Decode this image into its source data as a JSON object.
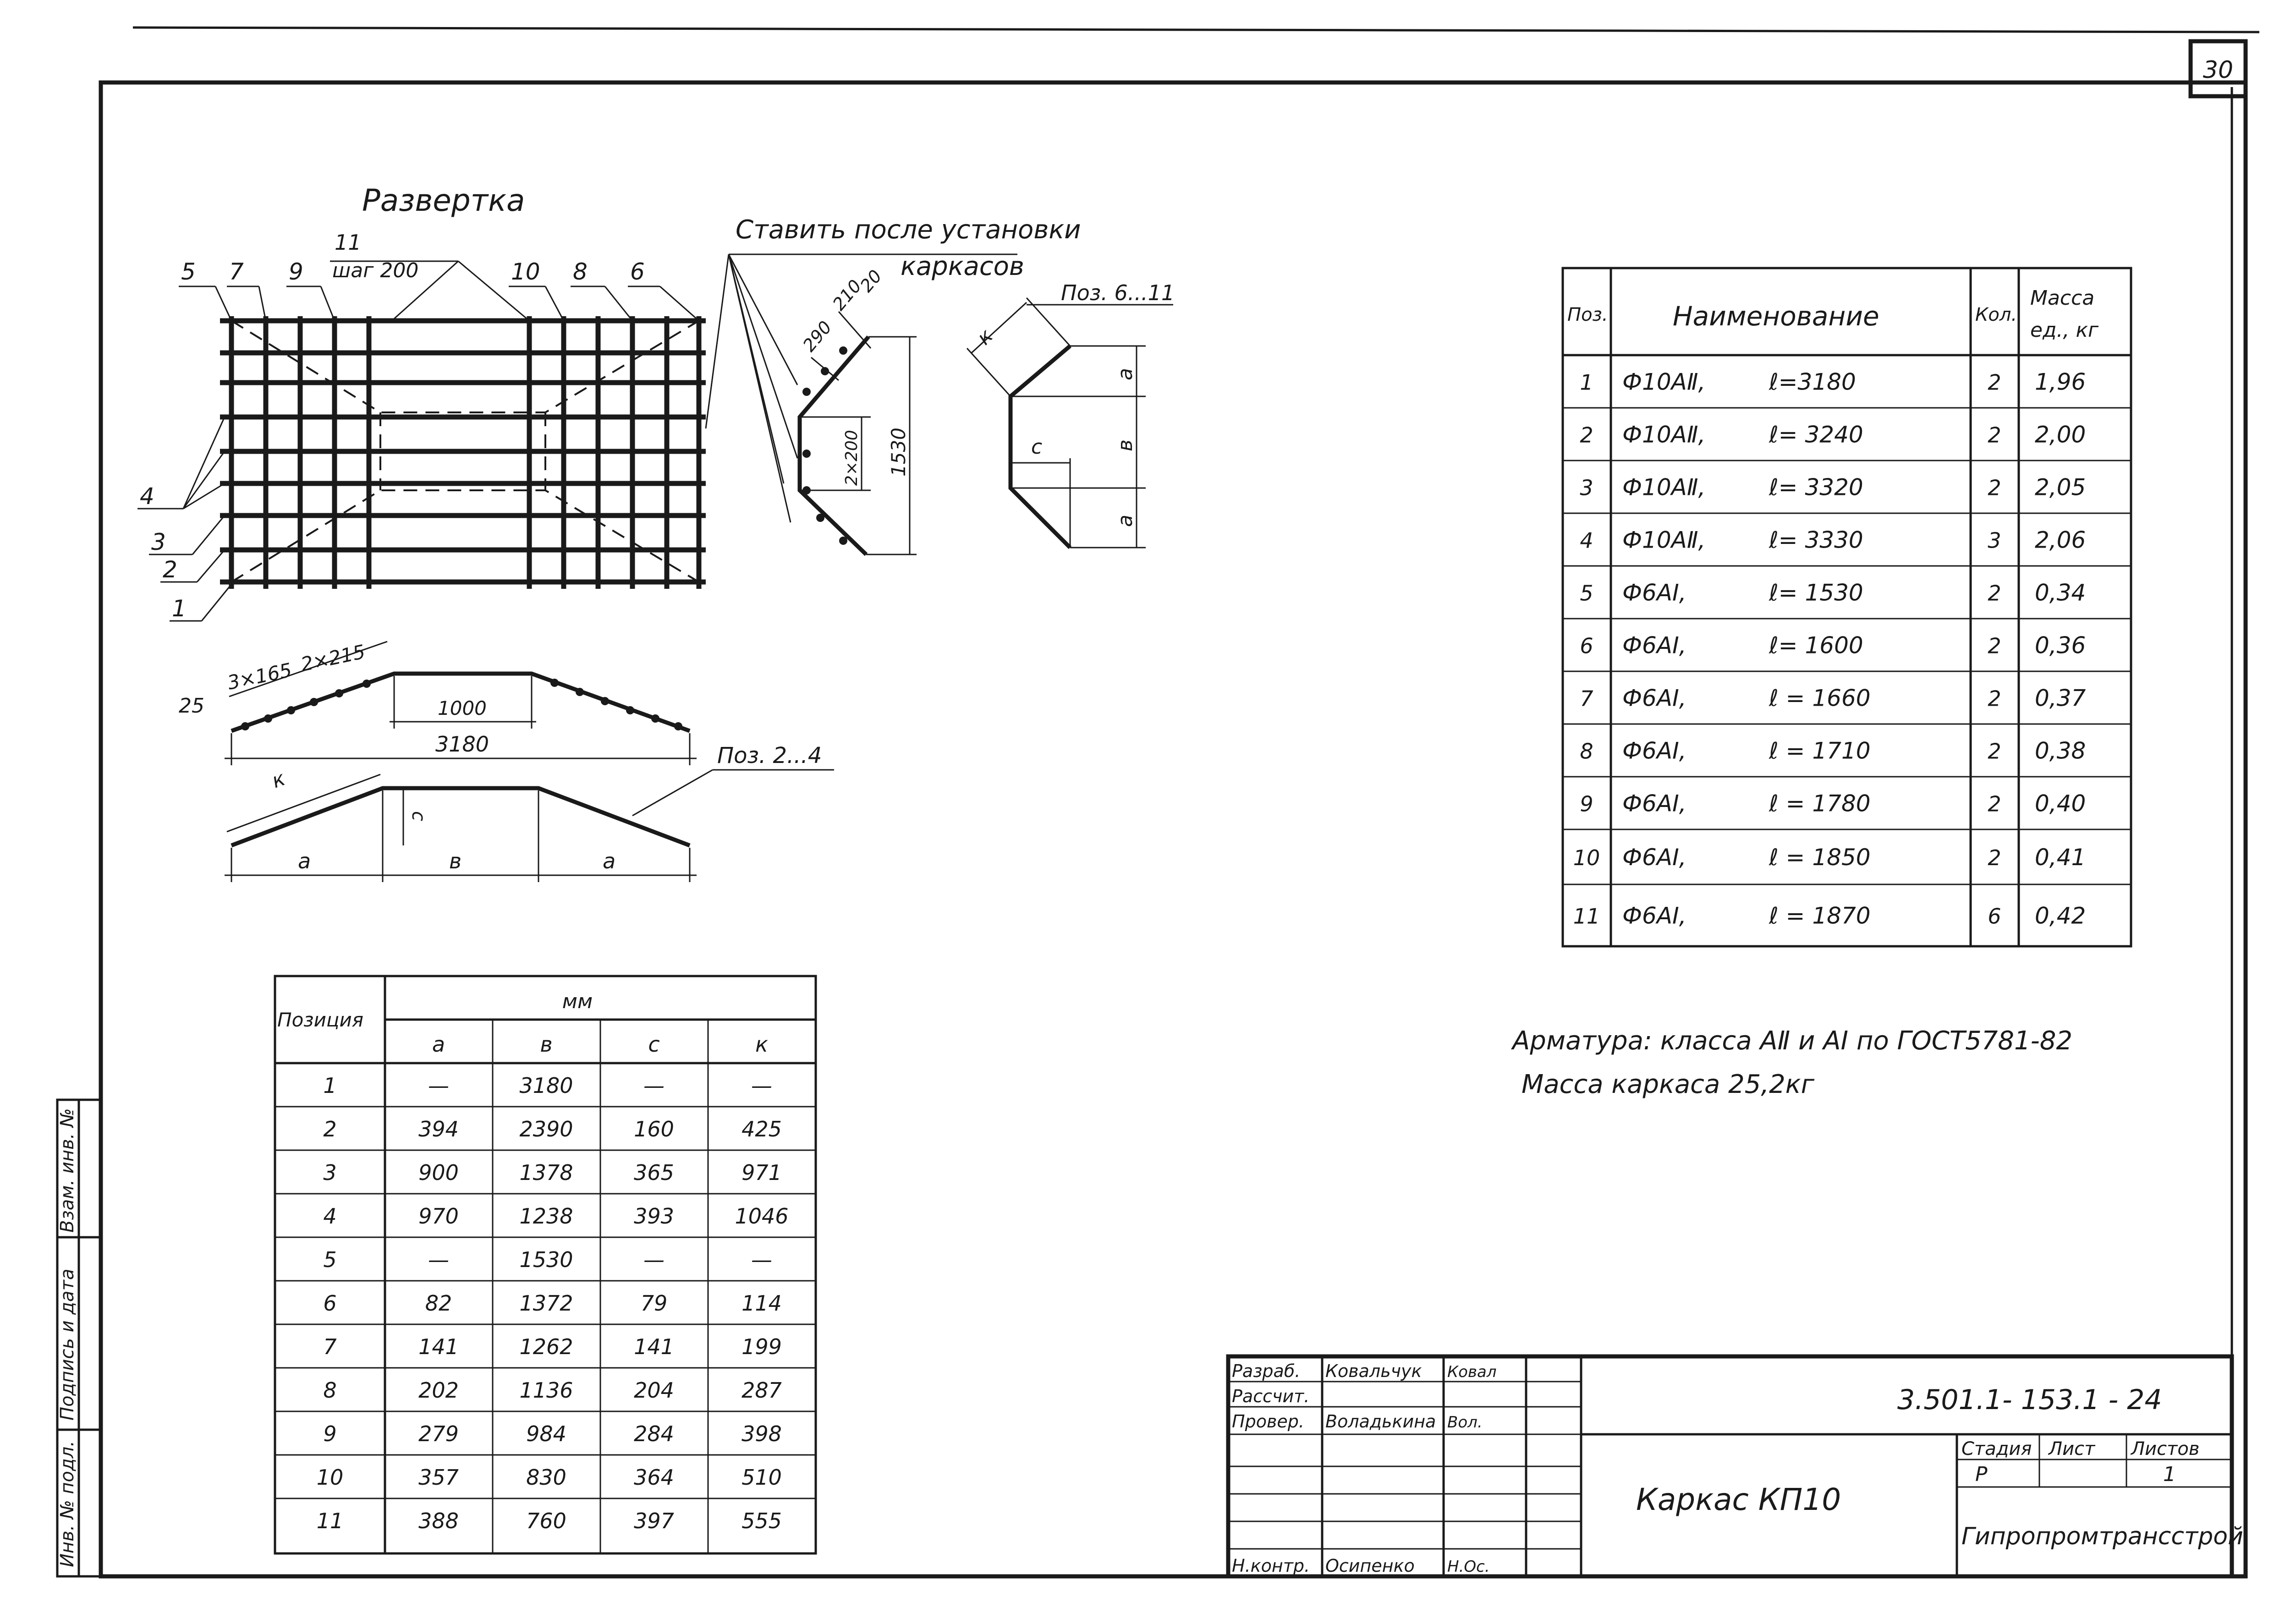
{
  "sheet_number": "30",
  "unfold_title": "Развертка",
  "callout_11": "11",
  "callout_step": "шаг 200",
  "top_callouts": [
    "5",
    "7",
    "9",
    "10",
    "8",
    "6"
  ],
  "left_callouts": [
    "4",
    "3",
    "2",
    "1"
  ],
  "install_note_line1": "Ставить после установки",
  "install_note_line2": "каркасов",
  "side_dims": {
    "d1": "290",
    "d2": "210",
    "d3": "20",
    "d4": "2×200",
    "d5": "1530"
  },
  "pos_6_11": "Поз. 6...11",
  "pos_6_11_dims": {
    "k": "к",
    "a1": "a",
    "c": "с",
    "b": "в",
    "a2": "a"
  },
  "bottom_dims": {
    "d25": "25",
    "d3x165": "3×165",
    "d2x215": "2×215",
    "d1000": "1000",
    "d3180": "3180"
  },
  "pos_2_4": "Поз. 2...4",
  "pos_2_4_dims": {
    "k": "к",
    "c": "с",
    "a1": "a",
    "b": "в",
    "a2": "a"
  },
  "spec_table": {
    "headers": [
      "Поз.",
      "Наименование",
      "Кол.",
      "Масса ед., кг"
    ],
    "rows": [
      [
        "1",
        "Ф10АⅡ,",
        "ℓ=3180",
        "2",
        "1,96"
      ],
      [
        "2",
        "Ф10АⅡ,",
        "ℓ= 3240",
        "2",
        "2,00"
      ],
      [
        "3",
        "Ф10АⅡ,",
        "ℓ= 3320",
        "2",
        "2,05"
      ],
      [
        "4",
        "Ф10АⅡ,",
        "ℓ= 3330",
        "3",
        "2,06"
      ],
      [
        "5",
        "Ф6АI,",
        "ℓ= 1530",
        "2",
        "0,34"
      ],
      [
        "6",
        "Ф6АI,",
        "ℓ= 1600",
        "2",
        "0,36"
      ],
      [
        "7",
        "Ф6АI,",
        "ℓ = 1660",
        "2",
        "0,37"
      ],
      [
        "8",
        "Ф6АI,",
        "ℓ = 1710",
        "2",
        "0,38"
      ],
      [
        "9",
        "Ф6АI,",
        "ℓ = 1780",
        "2",
        "0,40"
      ],
      [
        "10",
        "Ф6АI,",
        "ℓ = 1850",
        "2",
        "0,41"
      ],
      [
        "11",
        "Ф6АI,",
        "ℓ = 1870",
        "6",
        "0,42"
      ]
    ]
  },
  "note_line1": "Арматура: класса АⅡ и АI по ГОСТ5781-82",
  "note_line2": "Масса каркаса 25,2кг",
  "dim_table": {
    "header_pos": "Позиция",
    "header_unit": "мм",
    "cols": [
      "a",
      "в",
      "с",
      "к"
    ],
    "rows": [
      [
        "1",
        "—",
        "3180",
        "—",
        "—"
      ],
      [
        "2",
        "394",
        "2390",
        "160",
        "425"
      ],
      [
        "3",
        "900",
        "1378",
        "365",
        "971"
      ],
      [
        "4",
        "970",
        "1238",
        "393",
        "1046"
      ],
      [
        "5",
        "—",
        "1530",
        "—",
        "—"
      ],
      [
        "6",
        "82",
        "1372",
        "79",
        "114"
      ],
      [
        "7",
        "141",
        "1262",
        "141",
        "199"
      ],
      [
        "8",
        "202",
        "1136",
        "204",
        "287"
      ],
      [
        "9",
        "279",
        "984",
        "284",
        "398"
      ],
      [
        "10",
        "357",
        "830",
        "364",
        "510"
      ],
      [
        "11",
        "388",
        "760",
        "397",
        "555"
      ]
    ]
  },
  "stamp": {
    "roles": [
      "Разраб.",
      "Рассчит.",
      "Провер.",
      "",
      "",
      "Н.контр."
    ],
    "names": [
      "Ковальчук",
      "",
      "Воладькина",
      "",
      "",
      "Осипенко"
    ],
    "signatures": [
      "Ковал",
      "",
      "Вол.",
      "",
      "",
      "Н.Ос."
    ],
    "code": "3.501.1- 153.1 - 24",
    "title": "Каркас КП10",
    "stage_label": "Стадия",
    "sheet_label": "Лист",
    "sheets_label": "Листов",
    "stage_value": "Р",
    "sheets_value": "1",
    "org": "Гипропромтрансстрой"
  },
  "side_strip": [
    "Инв. № подл.",
    "Подпись и дата",
    "Взам. инв. №"
  ]
}
